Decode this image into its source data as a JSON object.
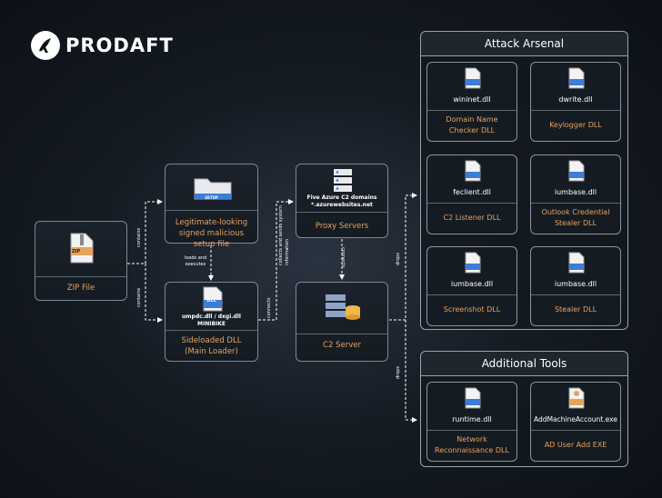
{
  "brand": {
    "name": "PRODAFT"
  },
  "nodes": {
    "zip": {
      "label": "ZIP File",
      "icon_text": "ZIP"
    },
    "setup": {
      "label": "Legitimate-looking signed malicious setup file",
      "icon_text": "SETUP"
    },
    "dll": {
      "sub": "umpdc.dll / dxgi.dll",
      "sub2": "MINIBIKE",
      "label": "Sideloaded DLL (Main Loader)",
      "icon_text": "DLL"
    },
    "proxy": {
      "sub": "Five Azure C2 domains",
      "sub2": "*.azurewebsites.net",
      "label": "Proxy Servers"
    },
    "c2": {
      "label": "C2 Server"
    }
  },
  "edges": {
    "contains_top": "contains",
    "contains_bottom": "contains",
    "loads": "loads and executes",
    "collects": "collects and sends system information",
    "connects": "connects",
    "connects2": "connects",
    "drops_top": "drops",
    "drops_bottom": "drops"
  },
  "arsenal": {
    "title": "Attack Arsenal",
    "items": [
      {
        "file": "wininet.dll",
        "desc": "Domain Name Checker DLL",
        "icon": "DLL"
      },
      {
        "file": "dwrite.dll",
        "desc": "Keylogger DLL",
        "icon": "DLL"
      },
      {
        "file": "feclient.dll",
        "desc": "C2 Listener DLL",
        "icon": "DLL"
      },
      {
        "file": "iumbase.dll",
        "desc": "Outlook Credential Stealer DLL",
        "icon": "DLL"
      },
      {
        "file": "iumbase.dll",
        "desc": "Screenshot DLL",
        "icon": "DLL"
      },
      {
        "file": "iumbase.dll",
        "desc": "Stealer DLL",
        "icon": "DLL"
      }
    ]
  },
  "tools": {
    "title": "Additional Tools",
    "items": [
      {
        "file": "runtime.dll",
        "desc": "Network Reconnaissance DLL",
        "icon": "DLL"
      },
      {
        "file": "AddMachineAccount.exe",
        "desc": "AD User Add EXE",
        "icon": "EXE"
      }
    ]
  },
  "colors": {
    "accent": "#e6a35c",
    "icon_blue": "#3b7dd8",
    "border": "#7d8794"
  }
}
